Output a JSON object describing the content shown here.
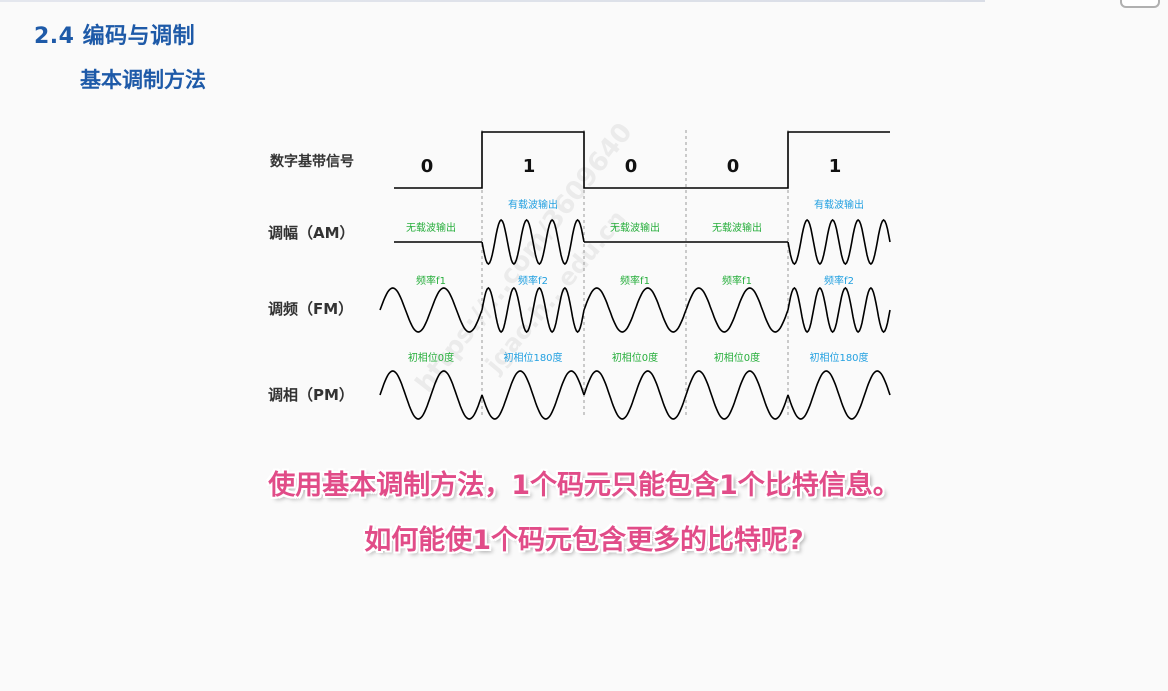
{
  "slide": {
    "section_title": "2.4 编码与调制",
    "subtitle": "基本调制方法",
    "caption_line1": "使用基本调制方法，1个码元只能包含1个比特信息。",
    "caption_line2": "如何能使1个码元包含更多的比特呢?",
    "watermark1": "https://...com/3609640",
    "watermark2": "jgao.h...edu.cn"
  },
  "diagram": {
    "row_labels": {
      "digital": "数字基带信号",
      "am": "调幅（AM）",
      "fm": "调频（FM）",
      "pm": "调相（PM）"
    },
    "bits": [
      "0",
      "1",
      "0",
      "0",
      "1"
    ],
    "am_notes": [
      "无载波输出",
      "有载波输出",
      "无载波输出",
      "无载波输出",
      "有载波输出"
    ],
    "fm_notes": [
      "频率f1",
      "频率f2",
      "频率f1",
      "频率f1",
      "频率f2"
    ],
    "pm_notes": [
      "初相位0度",
      "初相位180度",
      "初相位0度",
      "初相位0度",
      "初相位180度"
    ],
    "colors": {
      "label": "#333333",
      "signal": "#000000",
      "note_green": "#27ae3c",
      "note_blue": "#22a0e0",
      "divider": "#9a9a9a"
    }
  }
}
